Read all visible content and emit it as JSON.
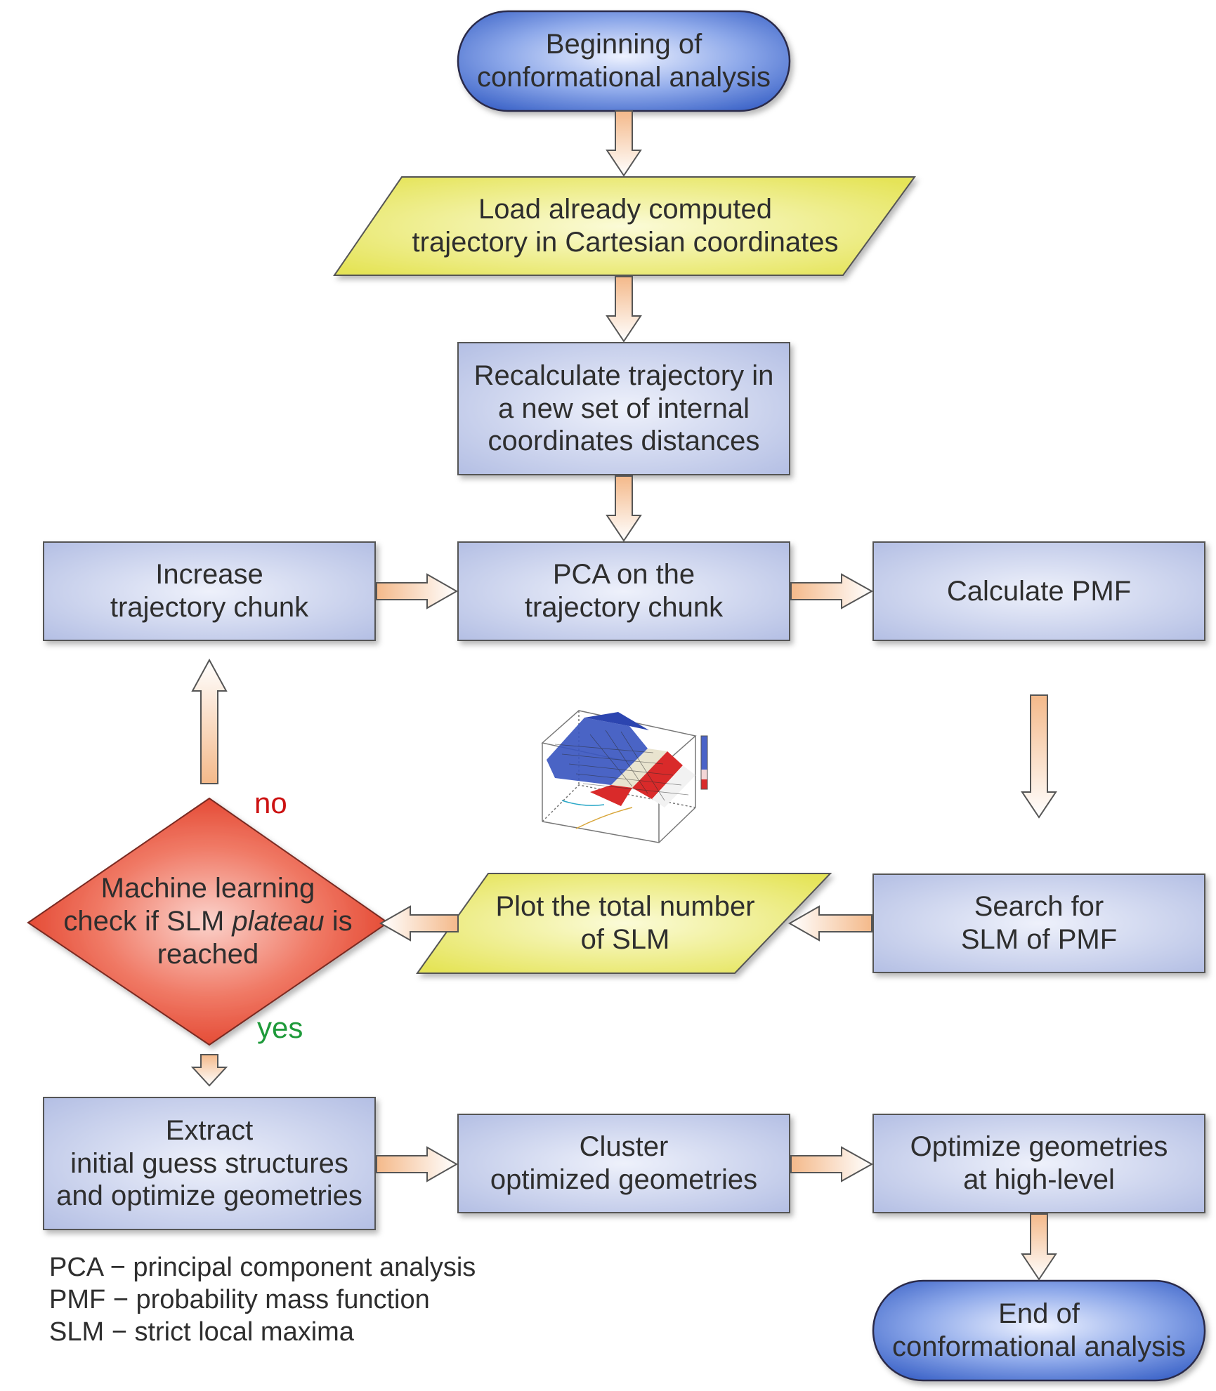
{
  "nodes": {
    "start": {
      "line1": "Beginning of",
      "line2": "conformational analysis"
    },
    "load": {
      "line1": "Load already computed",
      "line2": "trajectory in Cartesian coordinates"
    },
    "recalc": {
      "line1": "Recalculate trajectory in",
      "line2": "a new set of internal",
      "line3": "coordinates distances"
    },
    "increase": {
      "line1": "Increase",
      "line2": "trajectory chunk"
    },
    "pca": {
      "line1": "PCA on the",
      "line2": "trajectory chunk"
    },
    "pmf": {
      "line1": "Calculate PMF"
    },
    "ml": {
      "line1": "Machine learning",
      "line2_pre": "check if SLM ",
      "line2_em": "plateau",
      "line2_post": " is",
      "line3": "reached"
    },
    "plot": {
      "line1": "Plot the total number",
      "line2": "of SLM"
    },
    "search": {
      "line1": "Search for",
      "line2": "SLM of PMF"
    },
    "extract": {
      "line1": "Extract",
      "line2": "initial guess structures",
      "line3": "and optimize geometries"
    },
    "cluster": {
      "line1": "Cluster",
      "line2": "optimized geometries"
    },
    "optimize": {
      "line1": "Optimize geometries",
      "line2": "at high-level"
    },
    "end": {
      "line1": "End of",
      "line2": "conformational analysis"
    }
  },
  "branches": {
    "no": "no",
    "yes": "yes"
  },
  "legend": [
    "PCA − principal component analysis",
    "PMF − probability mass function",
    "SLM − strict local maxima"
  ],
  "colors": {
    "terminal": "#3f66c9",
    "process": "#b9c3e6",
    "io": "#e8e65c",
    "decision": "#e8452f",
    "no": "#cc1111",
    "yes": "#1e9a3a",
    "arrow_fill": "#f6c89a"
  }
}
